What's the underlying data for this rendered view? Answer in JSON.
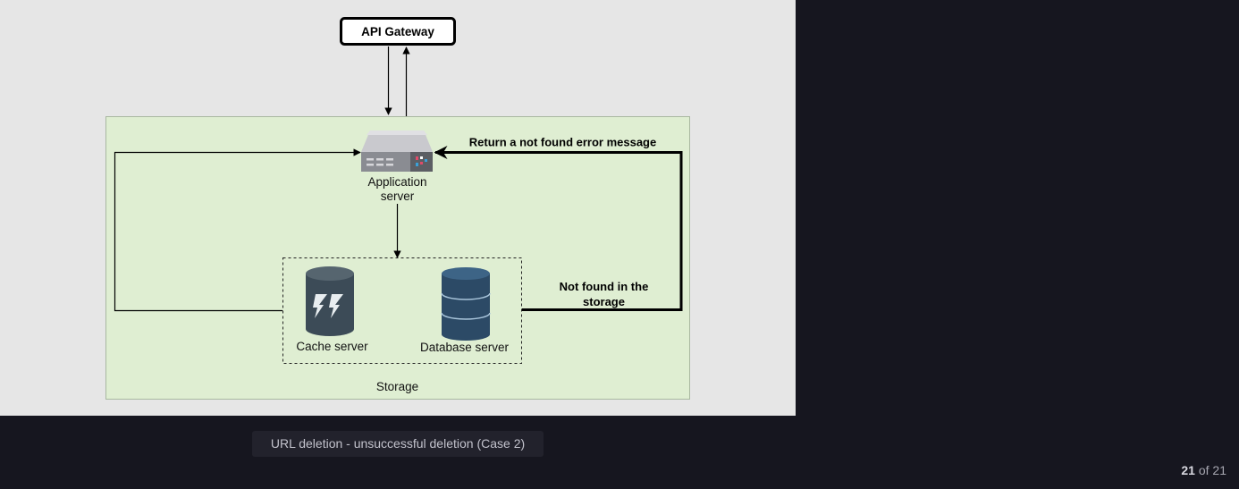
{
  "diagram": {
    "api_gateway_label": "API Gateway",
    "app_server_label_line1": "Application",
    "app_server_label_line2": "server",
    "return_label": "Return a not found error message",
    "not_found_line1": "Not found in the",
    "not_found_line2": "storage",
    "cache_label": "Cache server",
    "database_label": "Database server",
    "storage_label": "Storage"
  },
  "caption": "URL deletion - unsuccessful deletion (Case 2)",
  "pagination": {
    "current": "21",
    "separator": "of",
    "total": "21"
  },
  "colors": {
    "slide_background": "#e6e6e6",
    "green_region": "#dfeed2",
    "database": "#2c4a66",
    "cache": "#3c4b57",
    "viewer_background": "#16161f"
  }
}
